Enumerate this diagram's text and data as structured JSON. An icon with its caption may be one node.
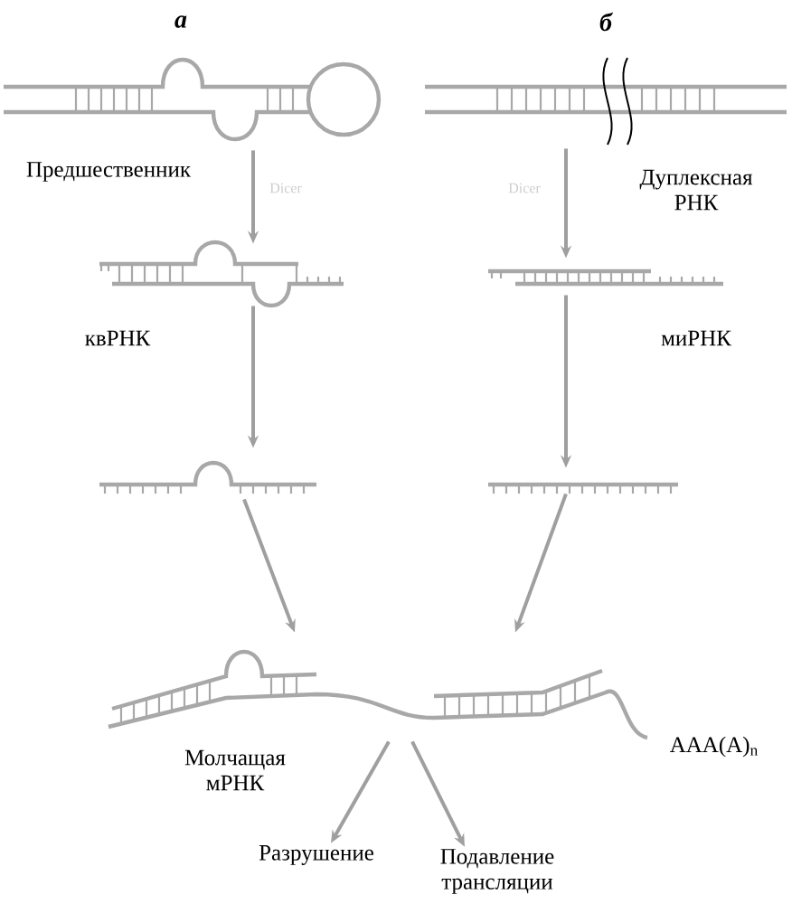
{
  "diagram": {
    "nodes": [
      {
        "text": [],
        "shape": "picture",
        "beside": [
          "Предшественник"
        ]
      },
      {
        "text": [],
        "shape": "picture",
        "beside": [
          "Дуплексная РНК"
        ]
      },
      {
        "text": [],
        "shape": "picture",
        "beside": [
          "квРНК"
        ]
      },
      {
        "text": [],
        "shape": "picture",
        "beside": [
          "миРНК"
        ]
      },
      {
        "text": [],
        "shape": "picture"
      },
      {
        "text": [],
        "shape": "picture"
      },
      {
        "text": [],
        "shape": "picture",
        "beside": [
          "Молчащая мРНК",
          "AAA(A)$_{n}$"
        ]
      },
      {
        "text": [
          "Разрушение"
        ]
      },
      {
        "text": [
          "Подавление трансляции"
        ]
      }
    ],
    "edges": [
      {
        "from": 0,
        "to": 2,
        "arrow": "to",
        "label": "Dicer"
      },
      {
        "from": 1,
        "to": 3,
        "arrow": "to",
        "label": "Dicer"
      },
      {
        "from": 2,
        "to": 4,
        "arrow": "to"
      },
      {
        "from": 3,
        "to": 5,
        "arrow": "to"
      },
      {
        "from": 4,
        "to": 6,
        "arrow": "to"
      },
      {
        "from": 5,
        "to": 6,
        "arrow": "to"
      },
      {
        "from": 6,
        "to": 7,
        "arrow": "to"
      },
      {
        "from": 6,
        "to": 8,
        "arrow": "to"
      }
    ],
    "labels": [
      "а",
      "б"
    ]
  }
}
